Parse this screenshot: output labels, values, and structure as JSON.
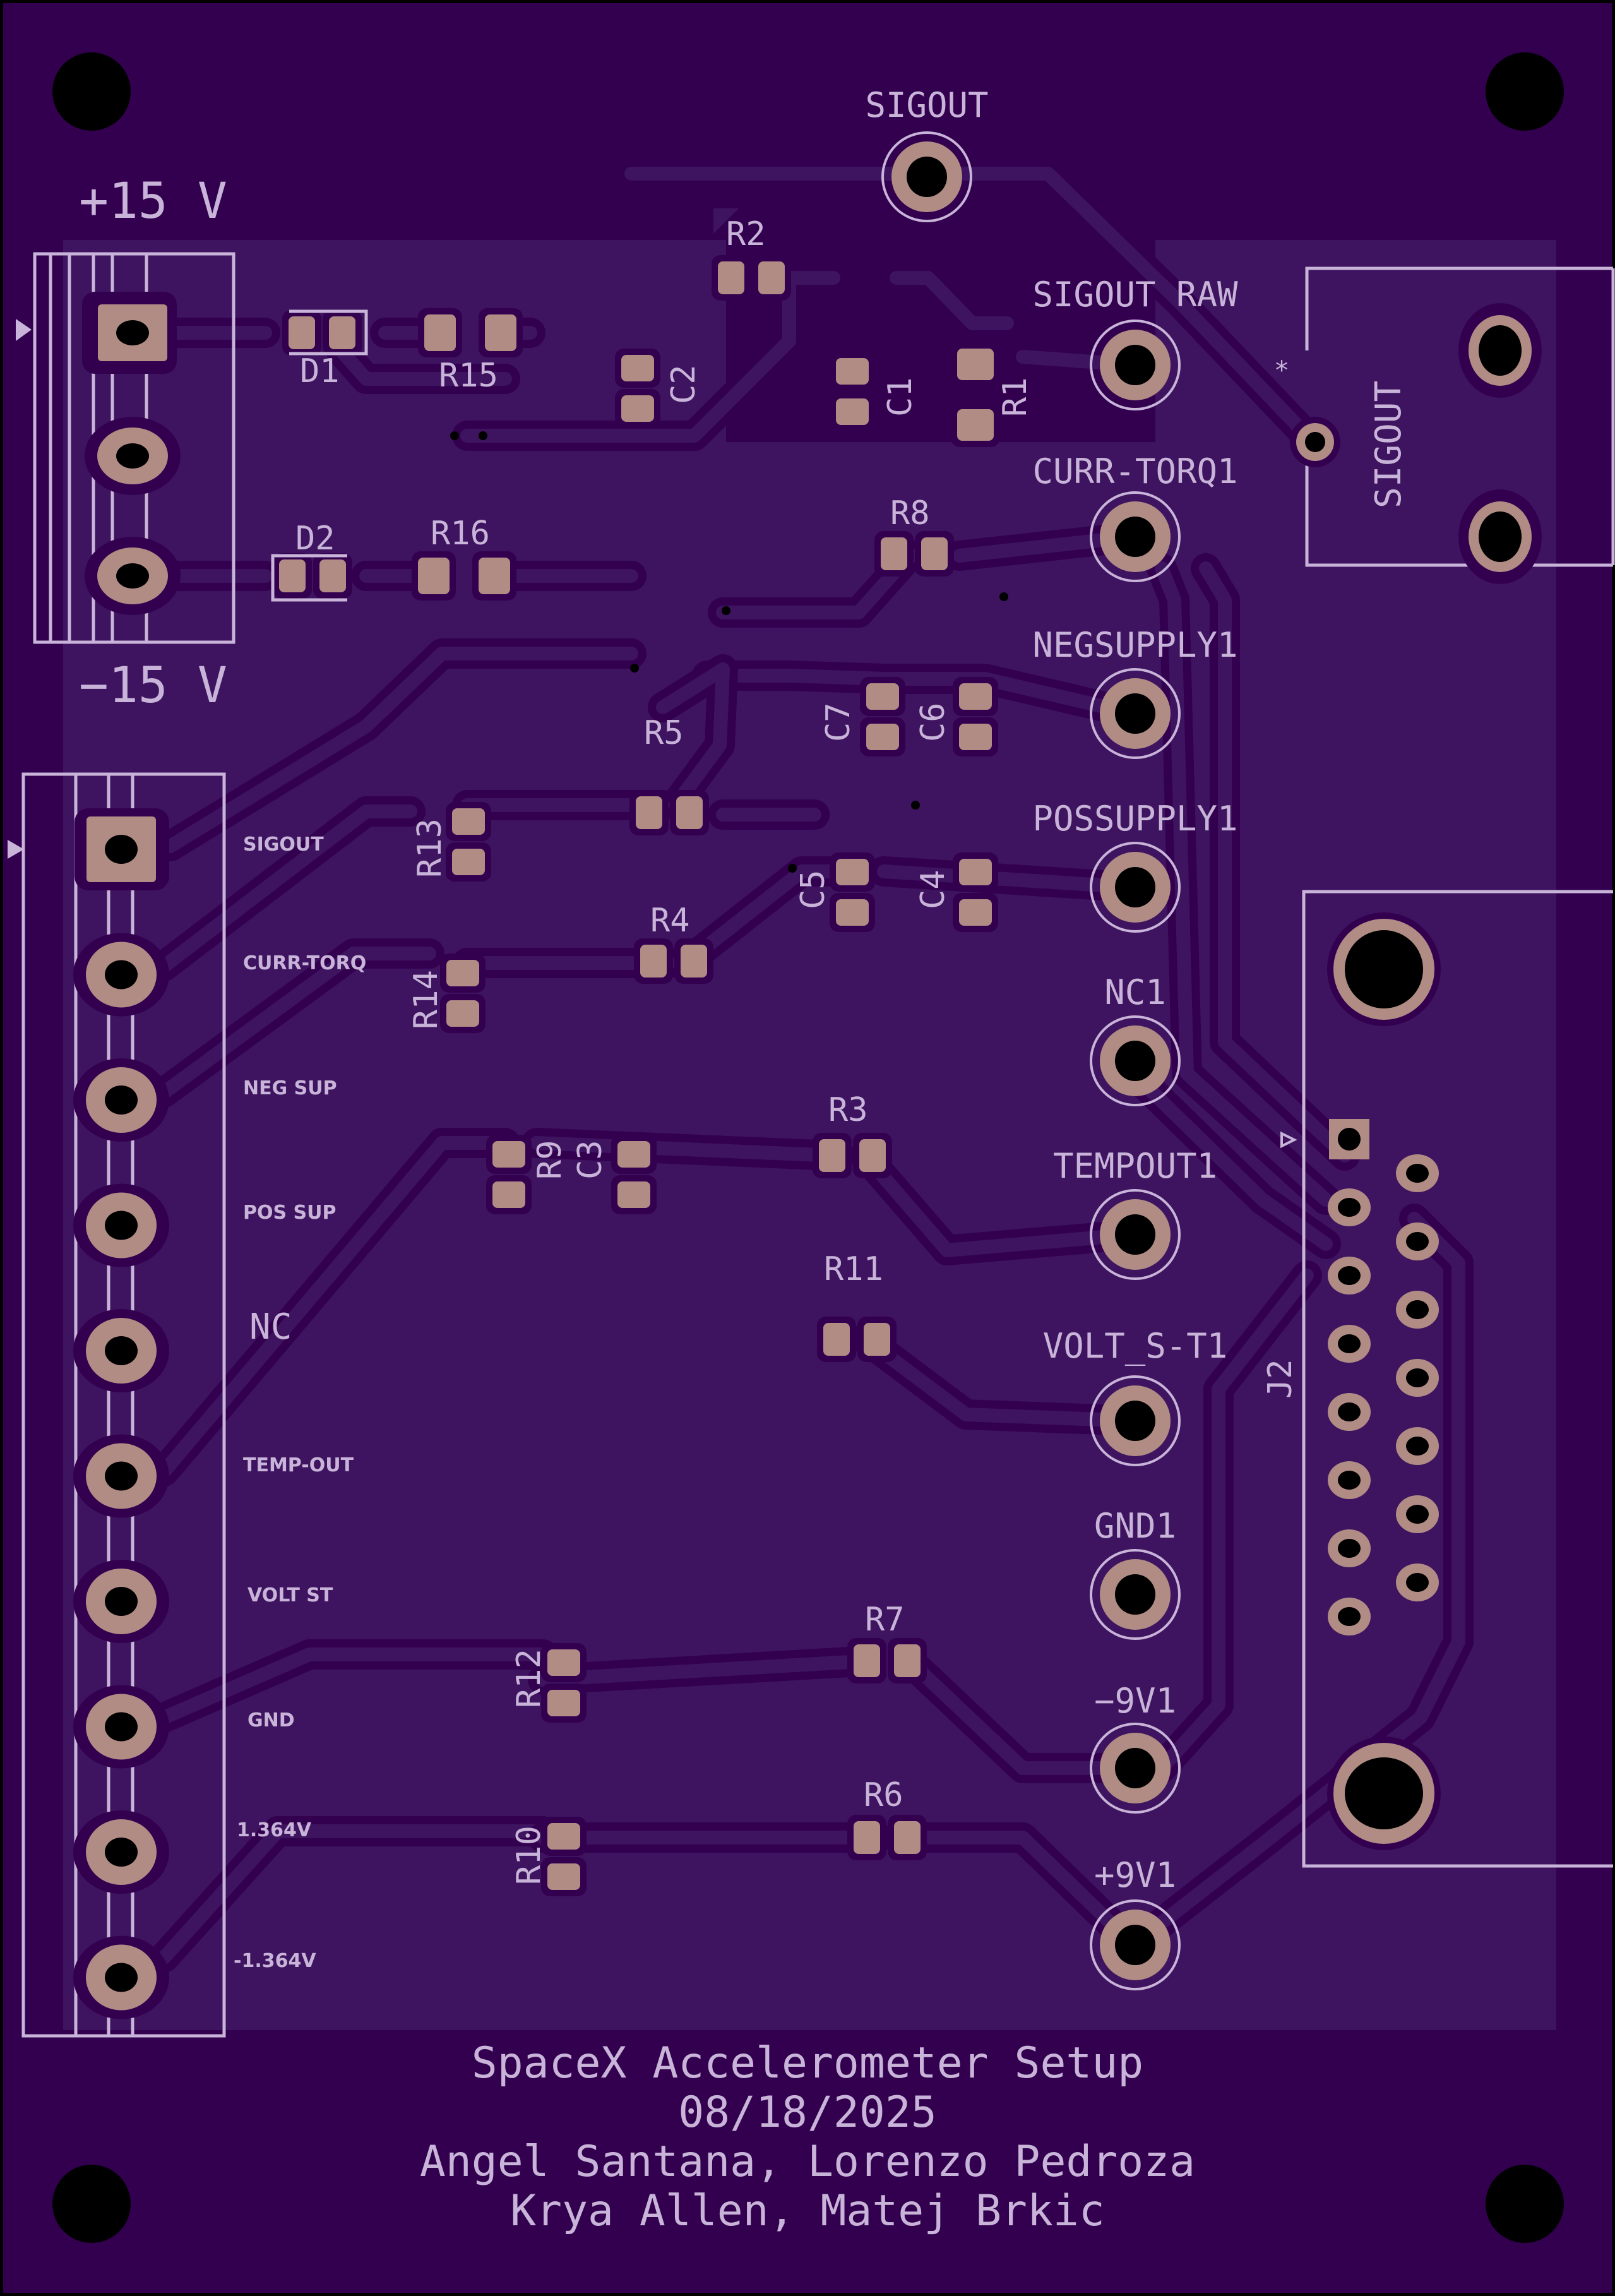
{
  "board": {
    "colors": {
      "substrate": "#330050",
      "copper_pour": "#3e1460",
      "pad": "#b08c84",
      "silkscreen": "#c8b4d8",
      "drill": "#000000"
    },
    "power_connector": {
      "top_label": "+15 V",
      "bottom_label": "−15 V",
      "pin_count": 3
    },
    "signal_connector": {
      "pin_labels": [
        "SIGOUT",
        "CURR-TORQ",
        "NEG SUP",
        "POS SUP",
        "NC",
        "TEMP-OUT",
        "VOLT ST",
        "GND",
        "1.364V",
        "-1.364V"
      ]
    },
    "test_points": [
      {
        "id": "tp-sigout",
        "label": "SIGOUT"
      },
      {
        "id": "tp-sigout-raw",
        "label": "SIGOUT RAW"
      },
      {
        "id": "tp-curr-torq1",
        "label": "CURR-TORQ1"
      },
      {
        "id": "tp-negsupply1",
        "label": "NEGSUPPLY1"
      },
      {
        "id": "tp-possupply1",
        "label": "POSSUPPLY1"
      },
      {
        "id": "tp-nc1",
        "label": "NC1"
      },
      {
        "id": "tp-tempout1",
        "label": "TEMPOUT1"
      },
      {
        "id": "tp-volt-s-t1",
        "label": "VOLT_S-T1"
      },
      {
        "id": "tp-gnd1",
        "label": "GND1"
      },
      {
        "id": "tp-minus9v1",
        "label": "−9V1"
      },
      {
        "id": "tp-plus9v1",
        "label": "+9V1"
      }
    ],
    "components": {
      "D1": "D1",
      "D2": "D2",
      "R1": "R1",
      "R2": "R2",
      "R3": "R3",
      "R4": "R4",
      "R5": "R5",
      "R6": "R6",
      "R7": "R7",
      "R8": "R8",
      "R9": "R9",
      "R10": "R10",
      "R11": "R11",
      "R12": "R12",
      "R13": "R13",
      "R14": "R14",
      "R15": "R15",
      "R16": "R16",
      "C1": "C1",
      "C2": "C2",
      "C3": "C3",
      "C4": "C4",
      "C5": "C5",
      "C6": "C6",
      "C7": "C7"
    },
    "bnc": {
      "label": "SIGOUT",
      "pin1_marker": "*"
    },
    "dsub": {
      "ref": "J2",
      "pin_count": 15
    },
    "title_block": {
      "line1": "SpaceX Accelerometer Setup",
      "line2": "08/18/2025",
      "line3": "Angel Santana, Lorenzo Pedroza",
      "line4": "Krya Allen, Matej Brkic"
    }
  }
}
